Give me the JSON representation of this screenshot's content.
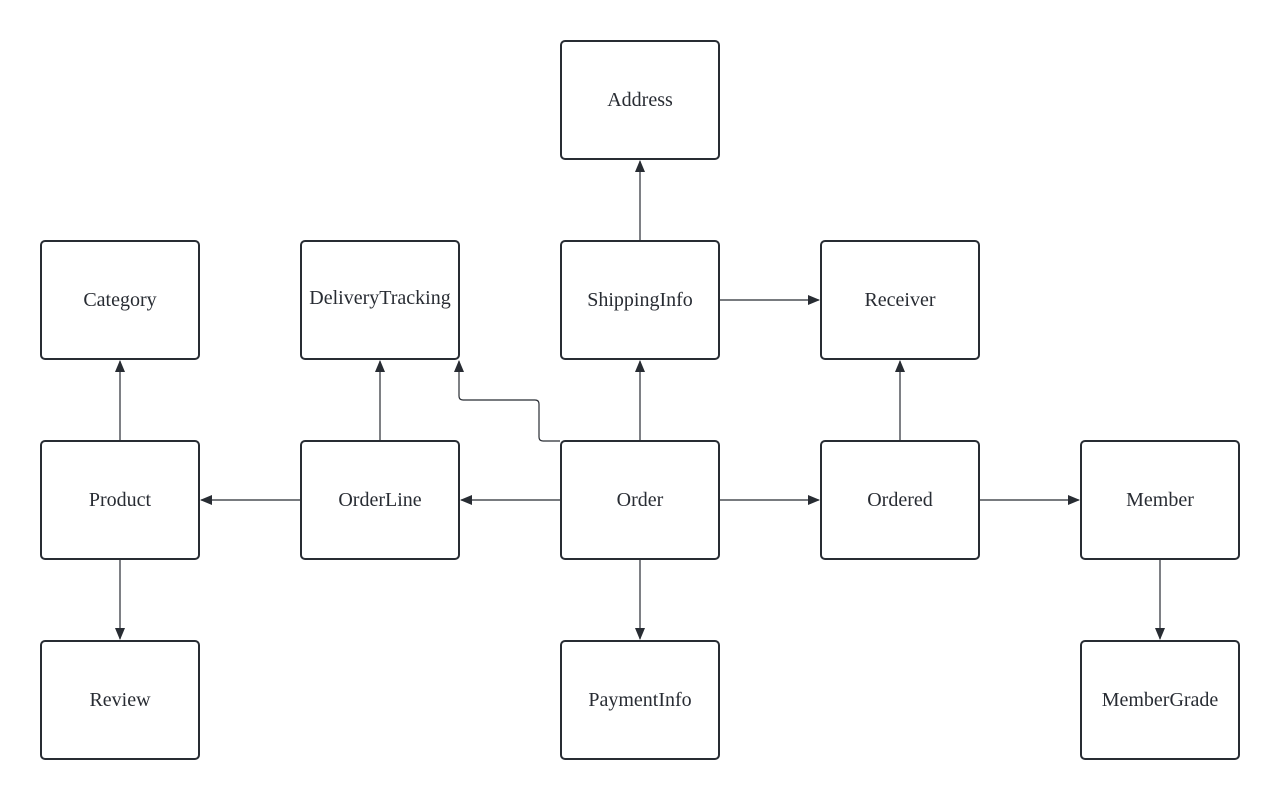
{
  "diagram": {
    "colors": {
      "stroke": "#282c33",
      "background": "#ffffff",
      "text": "#282c33"
    },
    "nodes": [
      {
        "id": "address",
        "label": "Address"
      },
      {
        "id": "category",
        "label": "Category"
      },
      {
        "id": "delivery_tracking",
        "label": "DeliveryTracking"
      },
      {
        "id": "shipping_info",
        "label": "ShippingInfo"
      },
      {
        "id": "receiver",
        "label": "Receiver"
      },
      {
        "id": "product",
        "label": "Product"
      },
      {
        "id": "order_line",
        "label": "OrderLine"
      },
      {
        "id": "order",
        "label": "Order"
      },
      {
        "id": "ordered",
        "label": "Ordered"
      },
      {
        "id": "member",
        "label": "Member"
      },
      {
        "id": "review",
        "label": "Review"
      },
      {
        "id": "payment_info",
        "label": "PaymentInfo"
      },
      {
        "id": "member_grade",
        "label": "MemberGrade"
      }
    ],
    "edges": [
      {
        "from": "shipping_info",
        "to": "address"
      },
      {
        "from": "shipping_info",
        "to": "receiver"
      },
      {
        "from": "product",
        "to": "category"
      },
      {
        "from": "product",
        "to": "review"
      },
      {
        "from": "order_line",
        "to": "delivery_tracking"
      },
      {
        "from": "order_line",
        "to": "product"
      },
      {
        "from": "order",
        "to": "delivery_tracking"
      },
      {
        "from": "order",
        "to": "shipping_info"
      },
      {
        "from": "order",
        "to": "order_line"
      },
      {
        "from": "order",
        "to": "ordered"
      },
      {
        "from": "order",
        "to": "payment_info"
      },
      {
        "from": "ordered",
        "to": "receiver"
      },
      {
        "from": "ordered",
        "to": "member"
      },
      {
        "from": "member",
        "to": "member_grade"
      }
    ]
  }
}
